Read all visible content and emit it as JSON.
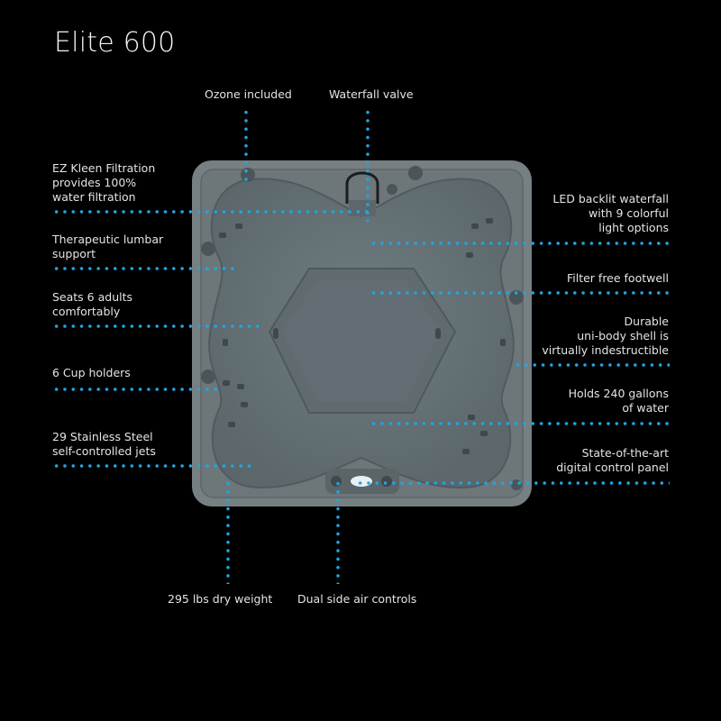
{
  "title": "Elite 600",
  "accent_color": "#1ea6e6",
  "product_image": {
    "name": "hot-tub-top-view",
    "shell_color": "#6b777b"
  },
  "callouts": {
    "top": [
      {
        "id": "ozone",
        "label": "Ozone included"
      },
      {
        "id": "waterfall-valve",
        "label": "Waterfall valve"
      }
    ],
    "left": [
      {
        "id": "filtration",
        "label": "EZ Kleen Filtration\nprovides 100%\nwater filtration"
      },
      {
        "id": "lumbar",
        "label": "Therapeutic lumbar\nsupport"
      },
      {
        "id": "seats",
        "label": "Seats 6 adults\ncomfortably"
      },
      {
        "id": "cup-holders",
        "label": "6 Cup holders"
      },
      {
        "id": "jets",
        "label": "29 Stainless Steel\nself-controlled jets"
      }
    ],
    "right": [
      {
        "id": "led-waterfall",
        "label": "LED backlit waterfall\nwith 9 colorful\nlight options"
      },
      {
        "id": "footwell",
        "label": "Filter free footwell"
      },
      {
        "id": "shell",
        "label": "Durable\nuni-body shell is\nvirtually indestructible"
      },
      {
        "id": "capacity",
        "label": "Holds 240 gallons\nof water"
      },
      {
        "id": "control-panel",
        "label": "State-of-the-art\ndigital control panel"
      }
    ],
    "bottom": [
      {
        "id": "weight",
        "label": "295 lbs dry weight"
      },
      {
        "id": "air-controls",
        "label": "Dual side air controls"
      }
    ]
  }
}
